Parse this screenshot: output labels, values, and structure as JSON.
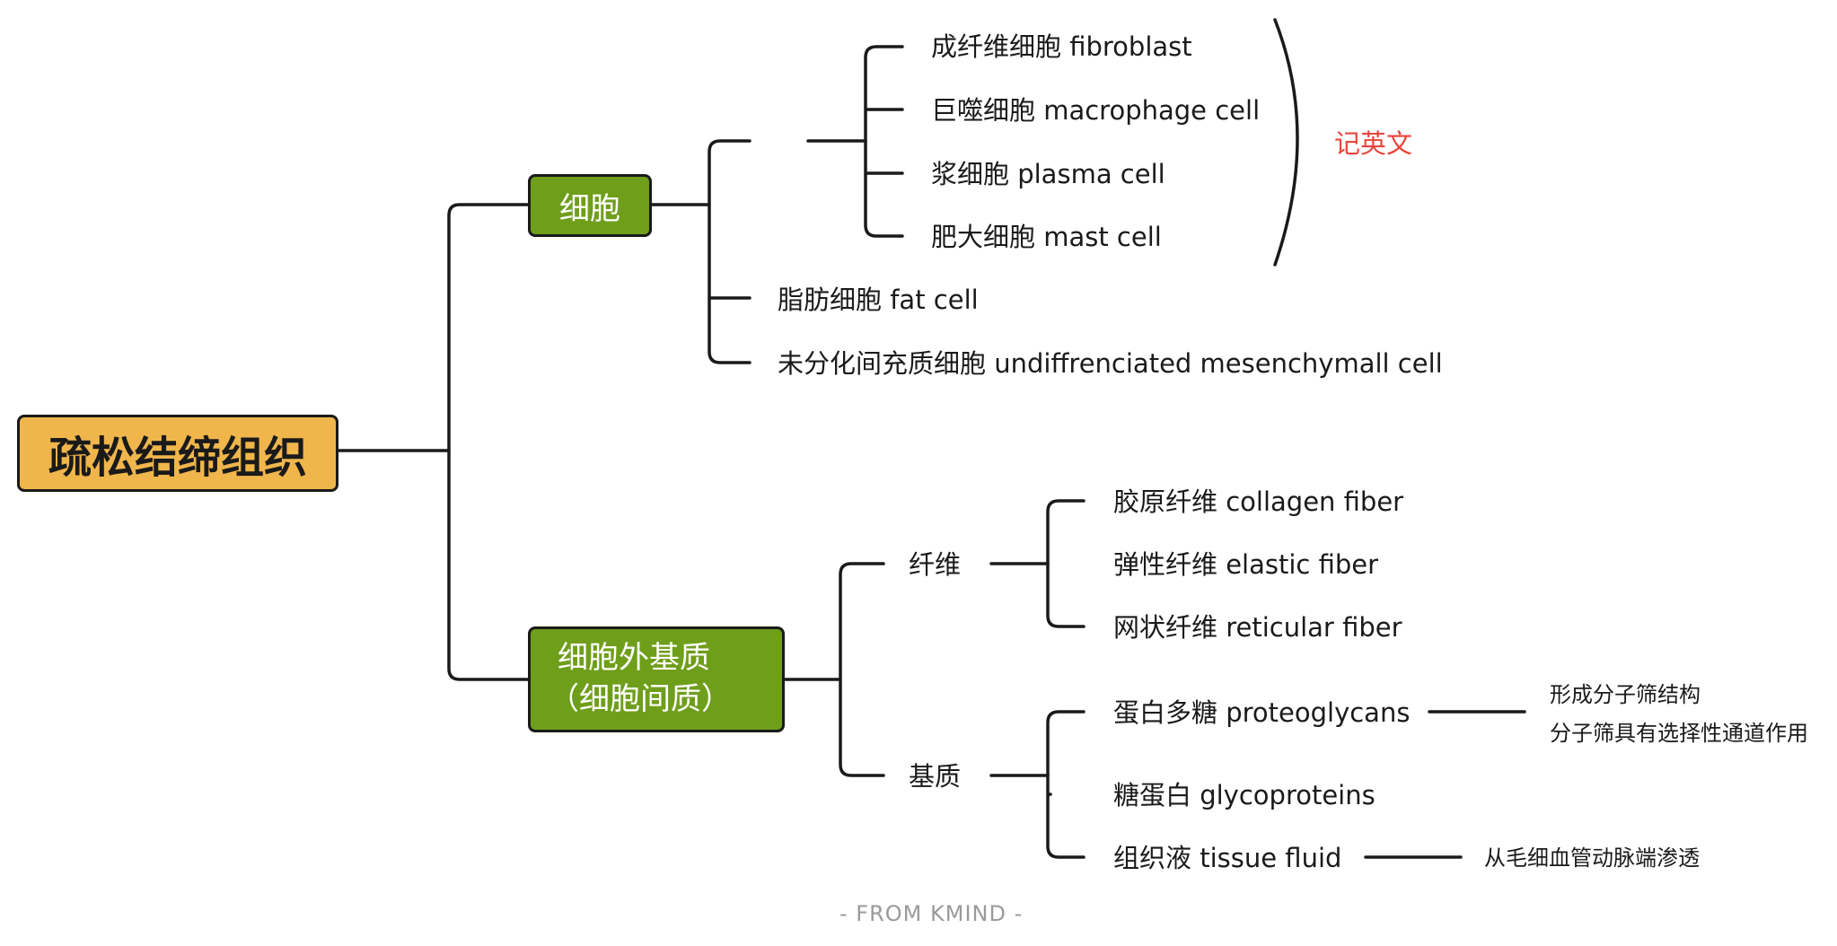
{
  "root": {
    "label": "疏松结缔组织"
  },
  "cells": {
    "label": "细胞",
    "group_items": [
      "成纤维细胞 fibroblast",
      "巨噬细胞 macrophage cell",
      "浆细胞 plasma cell",
      "肥大细胞 mast cell"
    ],
    "group_note": "记英文",
    "fat": "脂肪细胞 fat cell",
    "mesenchymal": "未分化间充质细胞 undiffrenciated mesenchymall cell"
  },
  "ecm": {
    "label_line1": "细胞外基质",
    "label_line2": "（细胞间质）",
    "fiber": {
      "label": "纤维",
      "items": [
        "胶原纤维 collagen fiber",
        "弹性纤维 elastic fiber",
        "网状纤维 reticular fiber"
      ]
    },
    "matrix": {
      "label": "基质",
      "proteoglycans": "蛋白多糖 proteoglycans",
      "proteoglycans_notes": [
        "形成分子筛结构",
        "分子筛具有选择性通道作用"
      ],
      "glycoproteins": "糖蛋白 glycoproteins",
      "tissue_fluid": "组织液 tissue fluid",
      "tissue_fluid_note": "从毛细血管动脉端渗透"
    }
  },
  "footer": "- FROM KMIND -"
}
